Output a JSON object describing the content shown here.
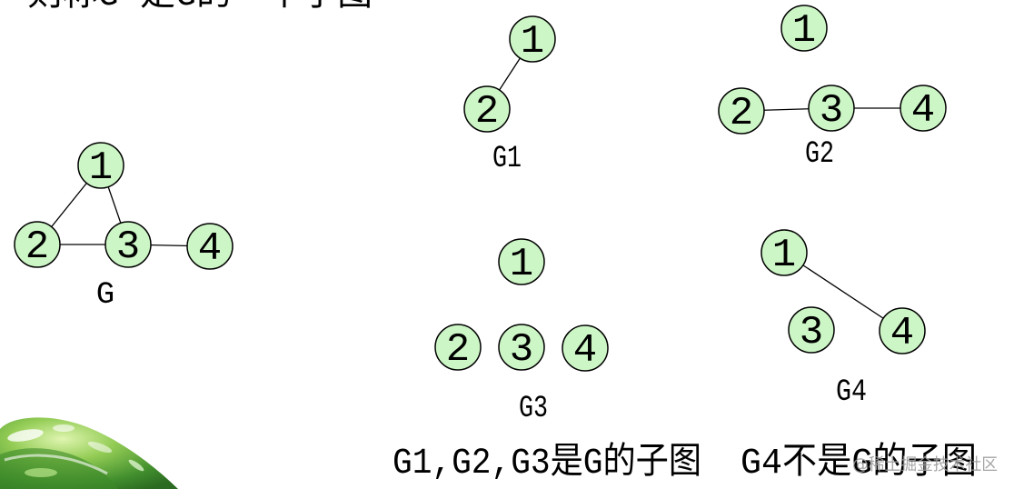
{
  "header": {
    "definition_text": "则称G'是G的一个子图"
  },
  "graphs": [
    {
      "label": "G",
      "nodes": [
        "1",
        "2",
        "3",
        "4"
      ],
      "edges": [
        [
          0,
          1
        ],
        [
          0,
          2
        ],
        [
          1,
          2
        ],
        [
          2,
          3
        ]
      ]
    },
    {
      "label": "G1",
      "nodes": [
        "1",
        "2"
      ],
      "edges": [
        [
          0,
          1
        ]
      ]
    },
    {
      "label": "G2",
      "nodes": [
        "1",
        "2",
        "3",
        "4"
      ],
      "edges": [
        [
          1,
          2
        ],
        [
          2,
          3
        ]
      ]
    },
    {
      "label": "G3",
      "nodes": [
        "1",
        "2",
        "3",
        "4"
      ],
      "edges": []
    },
    {
      "label": "G4",
      "nodes": [
        "1",
        "3",
        "4"
      ],
      "edges": [
        [
          0,
          2
        ]
      ]
    }
  ],
  "conclusion": {
    "subgraphs_text": "G1,G2,G3是G的子图",
    "not_subgraph_text": "G4不是G的子图"
  },
  "watermark": "@稀土掘金技术社区",
  "colors": {
    "node_fill": "#cdf6c6",
    "node_stroke": "#000000",
    "edge_stroke": "#000000",
    "text": "#000000",
    "watermark": "#9b9b9b"
  }
}
